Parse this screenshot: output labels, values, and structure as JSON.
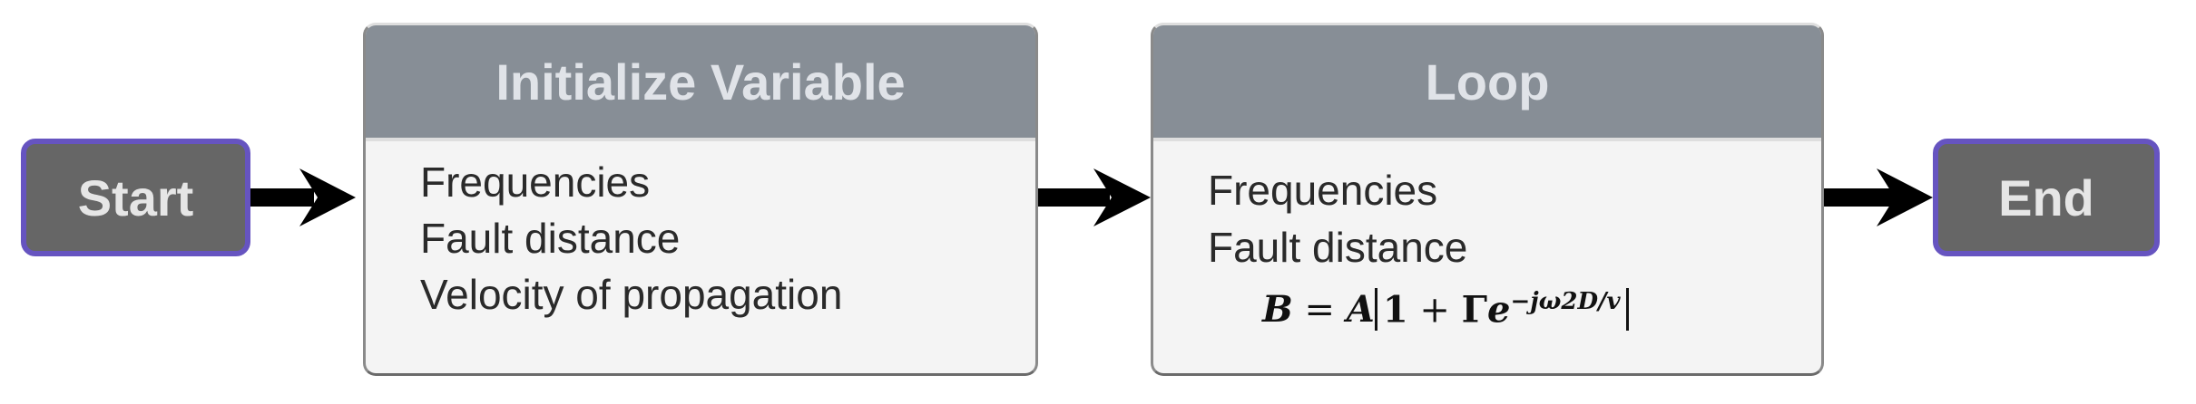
{
  "nodes": {
    "start": {
      "label": "Start"
    },
    "init": {
      "title": "Initialize Variable",
      "lines": [
        "Frequencies",
        "Fault distance",
        "Velocity of propagation"
      ]
    },
    "loop": {
      "title": "Loop",
      "lines": [
        "Frequencies",
        "Fault distance"
      ],
      "formula": {
        "lhs": "B",
        "eq": "=",
        "coef": "A",
        "one": "1",
        "plus": "+",
        "gamma": "Γ",
        "base": "e",
        "exponent": "−jω2D/v"
      }
    },
    "end": {
      "label": "End"
    }
  },
  "colors": {
    "terminal_fill": "#666666",
    "terminal_border": "#6654c0",
    "header_fill": "#878e96",
    "body_fill": "#f4f4f4",
    "arrow": "#000000"
  }
}
